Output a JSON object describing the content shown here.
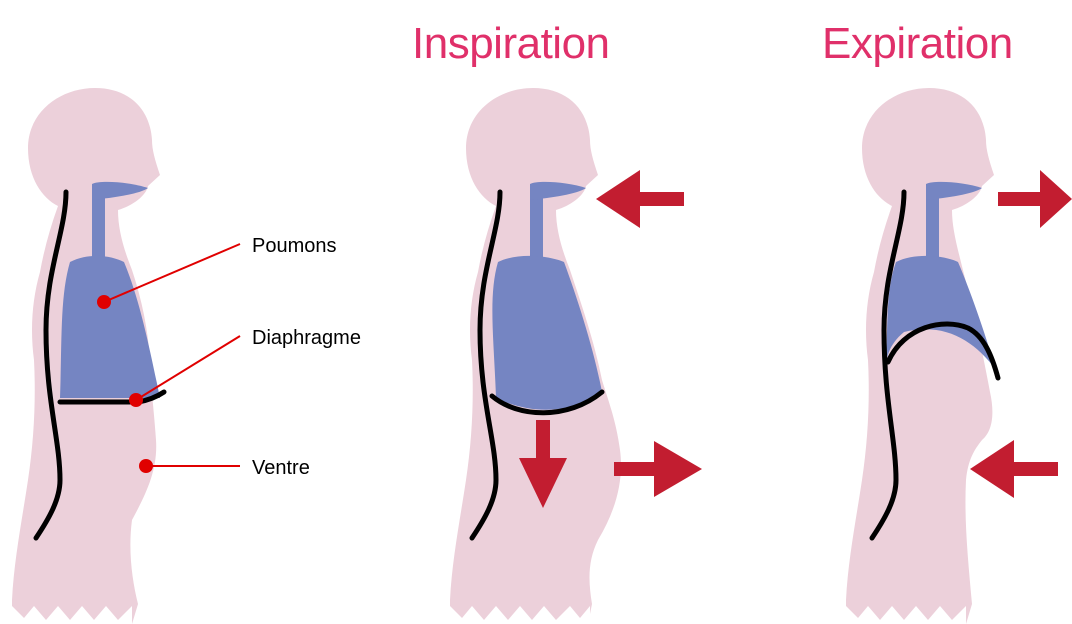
{
  "titles": {
    "inspiration": "Inspiration",
    "expiration": "Expiration"
  },
  "labels": {
    "lungs": "Poumons",
    "diaphragm": "Diaphragme",
    "belly": "Ventre"
  },
  "colors": {
    "title": "#e0306a",
    "body": "#ecd0da",
    "lungs": "#7585c2",
    "airway": "#7585c2",
    "outline": "#000000",
    "pointer": "#e00000",
    "arrow": "#c21d30"
  },
  "icons": [
    "arrow-left-icon",
    "arrow-right-icon",
    "arrow-down-icon"
  ]
}
